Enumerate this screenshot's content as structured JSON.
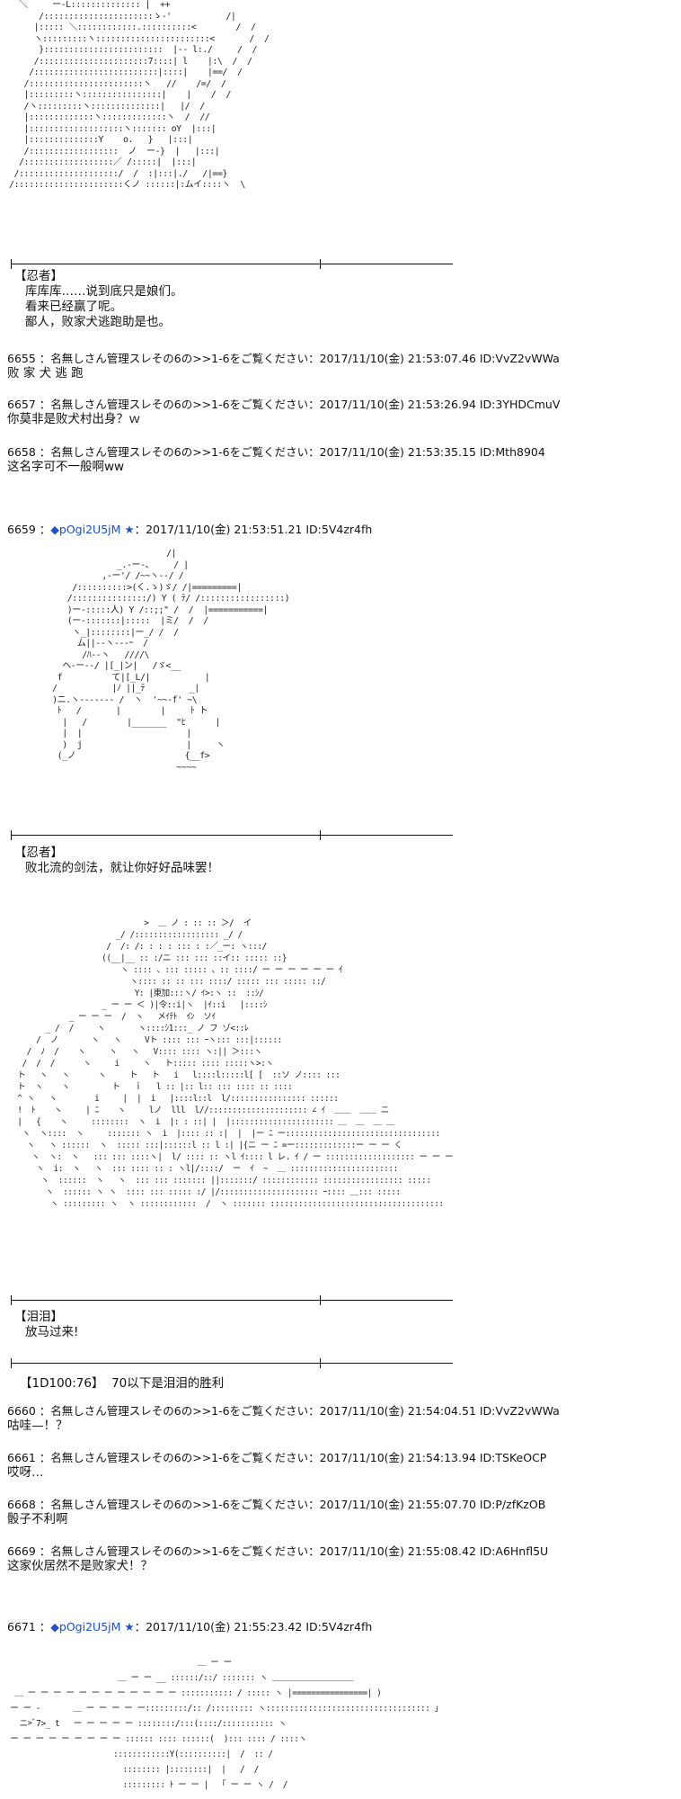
{
  "art": {
    "ninja1": "  ＼     ー-L:::::::::::::: |  ++\n      /::::::::::::::::::::::ゝ-'           /|\n     |::::: ＼::::::::::::.::::::::::<        /  /\n     ヽ:::::::::ヽ:::::::::::::::::::::::<       /  /\n      }::::::::::::::::::::::::  |-- l:./     /  /\n     /::::::::::::::::::::::7::::| l    |:\\  /  /\n    /:::::::::::::::::::::::::|::::|    |==/  /\n   /:::::::::::::::::::::::ヽ   //    /=/  /\n   |:::::::::ヽ::::::::::::::::|    |    /  /\n   /ヽ:::::::::ヽ::::::::::::::|   |/  /\n   |:::::::::::::ヽ:::::::::::::ヽ  /  //\n   |:::::::::::::::::::ヽ::::::: oY  |:::|\n   |::::::::::::::Y    o.   }   |:::|\n   /::::::::::::::::::  ノ  ー-}  |   |:::|\n  /::::::::::::::::::／ /:::::|  |:::|\n /::::::::::::::::::::/  /  :|:::|./   /|==}\n/::::::::::::::::::::::くノ ::::::|:ムイ::::ヽ  \\",
    "ninja2": "                               /|\n                     _.-ー‐、    / |\n                  ,-ー'/ /~~ヽ--/ /\n            /::::::::::>(く.ゝ)ゞ/ /|=========|\n           /:::::::::::::::/) Y ( ﾃ/ /:::::::::::::::::)\n           )ー‐:::::人) Y /::;;\" /  /  |===========|\n           (ー‐:::::::|:::::  |ミ/  /  /\n            ヽ_|::::::::|ー_/ /  /\n             ム||--ヽ---ｰ  /\n              /ﾊ--ヽ   ////\\\n          ヘ-ー‐‐/ |[_|ン|   /ゞ<__\n         f          て|[_L/|           |\n        /           |ﾉ ||_ﾃ         _|\n        )ニ.ヽ------- /  ヽ  '~~‐f' ~\\\n         ﾄ   /       |        |     ﾄ ト\n          |   /        |_______  \"ﾋ      |\n          |  |                     |\n          )  j                     |     ヽ\n         (_ノ                      {__f>\n                                 ~~~~",
    "leilei": "                            >  ＿ ノ : :: :: ＞/  イ\n                      _/ /:::::::::::::::::: _/ /\n                    /  /: /: : : : ::: : :／_ー: ヽ:::/\n                   ((__|__ :: :/ニ ::: ::: ::イ:: ::::: ::}\n                       ヽ :::: 、::: ::::: 、:: ::::/ ー ー ー ー ー ー ｲ\n                         ヽ:::: :: :: ::: ::::/ ::::: ::: ::::: ::/\n                          Y: |東加:::ヽ/ ｲ>:ヽ ::  ::ｼ/\n                   _ ー ー ＜ )|令::i|ヽ  |ｲ::i   |::::ｼ\n            _ ー ー ー  /  ヽ   メｲﾃﾄ  ｲﾝ  ソｲ\n       _ /  /     ヽ       ヽ::::ｼ1:::_ ノ フ ゾ<::ﾚ\n     /  ノ       ヽ   ヽ     Vト :::: ::: ｰヽ::: :::|::::::\n   /  ﾉ  /    ヽ     ヽ   ヽ   V:::: :::: ヽ:|| ＞:::ヽ\n  /  /  /      ヽ     i     ヽ   ト::::: :::: :::::ヽ>:ヽ\n ト   ヽ   ヽ      ヽ     ト   ト   i   l::::l:::::l[ [  ::ソ ノ:::: :::\n ト  ヽ    ヽ         ト   ｉ   l :: |:: l:: ::: :::: :: :::: \n ^ ヽ   ヽ        i     |  |  i   |::::l::l  l/:::::::::::::::: ::::::\n !  ﾄ    ヽ     | ﾆ    ヽ     lノ  lll  l//::::::::::::::::::::: ∠ ｲ  ＿＿  ＿＿ ニ\n |   {    ヽ     ::::::::  ヽ  i  |: : ::| |  |:::::::::::::::::::::: ＿  ＿  ＿ ＿\n  ヽ  ヽ::::  ヽ     ::::::: ヽ  i  |:::: :: :|  |  |ー ﾆ ー:::::::::::::::::::::::::::::::::\n   ヽ   ヽ ::::::  ヽ  ::::: :::|::::::l :: l :| |{ニ ー ﾆ =ー:::::::::::::ー ー ー く\n    ヽ  ヽ:  ヽ   ::: ::: ::::ヽ|  l/ :::: :: ヽl ｲ:::: l レ. ｲ / ー ::::::::::::::::::: ー ー ー\n     ヽ  i:  ヽ   ヽ  ::: :::: :: : ヽl|/::::/  ー  ｲ  ~  ＿ ::::::::::::::::::::::: \n      ヽ  ::::::  ヽ   ヽ  ::: ::: ::::::: ||:::::::/ :::::::::::: ::::::::::::::::: ::::: \n       ヽ  :::::: ヽ ヽ  :::: ::: ::::: :/ |/::::::::::::::::::::: ｰ:::: ＿::: :::::\n        ヽ ::::::::: ヽ  ヽ ::::::::::::  /  ヽ ::::::: :::::::::::::::::::::::::::::::::::::",
    "ninja3": "                                         ＿ ー ー\n                        ＿ ー ー __ ::::::/::/ ::::::: ヽ ＿＿＿＿＿＿＿＿＿＿\n  ＿ ー ー ー ー ー ー ー ー ー ー ー ー ::::::::::: / ::::: ヽ |================| )\n ー ー ‐       ＿ ー ー ー ー ー:::::::::/:: /::::::::: ヽ::::::::::::::::::::::::::::::::::: ｣\n   ニ>ﾞ7>_ t   ー ー ー ー ー ::::::::/:::(::::/::::::::::: ヽ\n ー ー ー ー ー ー ー ー ー :::::: :::: ::::::(  )::: :::: / ::::ヽ\n                       ::::::::::::Y(::::::::::|  /  :: /\n                         :::::::: |::::::::|  |   /  /\n                         ::::::::: ﾄ ー ー |  「 ー ー ヽ /  /"
  },
  "dialogs": [
    {
      "speaker": "【忍者】",
      "lines": [
        "库库库……说到底只是娘们。",
        "看来已经赢了呢。",
        "鄙人，败家犬逃跑助是也。"
      ]
    },
    {
      "speaker": "【忍者】",
      "lines": [
        "败北流的剑法，就让你好好品味罢！"
      ]
    },
    {
      "speaker": "【泪泪】",
      "lines": [
        "放马过来!"
      ]
    }
  ],
  "posts": [
    {
      "head": "6655 ：名無しさん管理スレその6の>>1-6をご覧ください：2017/11/10(金) 21:53:07.46 ID:VvZ2vWWa",
      "body": "败 家 犬 逃 跑"
    },
    {
      "head": "6657 ：名無しさん管理スレその6の>>1-6をご覧ください：2017/11/10(金) 21:53:26.94 ID:3YHDCmuV",
      "body": "你莫非是败犬村出身？ｗ"
    },
    {
      "head": "6658 ：名無しさん管理スレその6の>>1-6をご覧ください：2017/11/10(金) 21:53:35.15 ID:Mth8904",
      "body": "这名字可不一般啊ww"
    },
    {
      "head": "6660 ：名無しさん管理スレその6の>>1-6をご覧ください：2017/11/10(金) 21:54:04.51 ID:VvZ2vWWa",
      "body": "咕哇—！？"
    },
    {
      "head": "6661 ：名無しさん管理スレその6の>>1-6をご覧ください：2017/11/10(金) 21:54:13.94 ID:TSKeOCP",
      "body": "哎呀…"
    },
    {
      "head": "6668 ：名無しさん管理スレその6の>>1-6をご覧ください：2017/11/10(金) 21:55:07.70 ID:P/zfKzOB",
      "body": "骰子不利啊"
    },
    {
      "head": "6669 ：名無しさん管理スレその6の>>1-6をご覧ください：2017/11/10(金) 21:55:08.42 ID:A6Hnfl5U",
      "body": "这家伙居然不是败家犬！？"
    }
  ],
  "author_posts": [
    {
      "num": "6659 ：",
      "trip": "◆pOgi2U5jM ★",
      "rest": "：2017/11/10(金) 21:53:51.21 ID:5V4zr4fh"
    },
    {
      "num": "6671 ：",
      "trip": "◆pOgi2U5jM ★",
      "rest": "：2017/11/10(金) 21:55:23.42 ID:5V4zr4fh"
    }
  ],
  "dice": {
    "roll": "【1D100:76】",
    "note": "70以下是泪泪的胜利"
  },
  "colors": {
    "trip": "#1a4fd6",
    "text": "#111111",
    "background": "#ffffff"
  }
}
